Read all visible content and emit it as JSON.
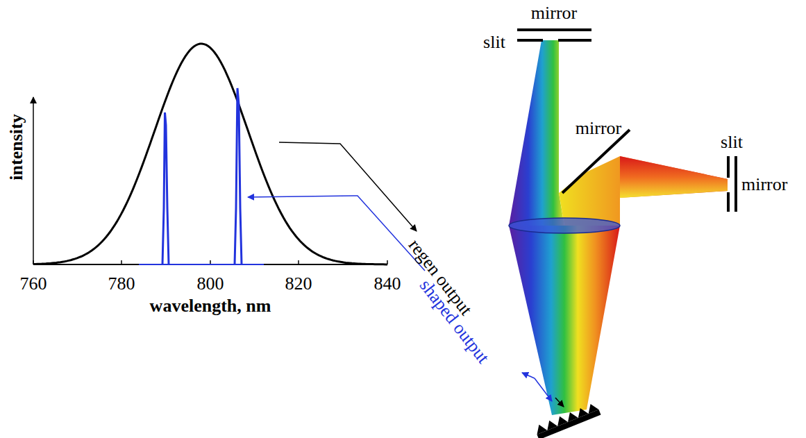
{
  "diagram": {
    "labels": [
      "intensity",
      "760",
      "780",
      "800",
      "820",
      "840",
      "wavelength, nm",
      "mirror",
      "slit",
      "mirror",
      "slit",
      "mirror",
      "regen output",
      "shaped output"
    ]
  }
}
